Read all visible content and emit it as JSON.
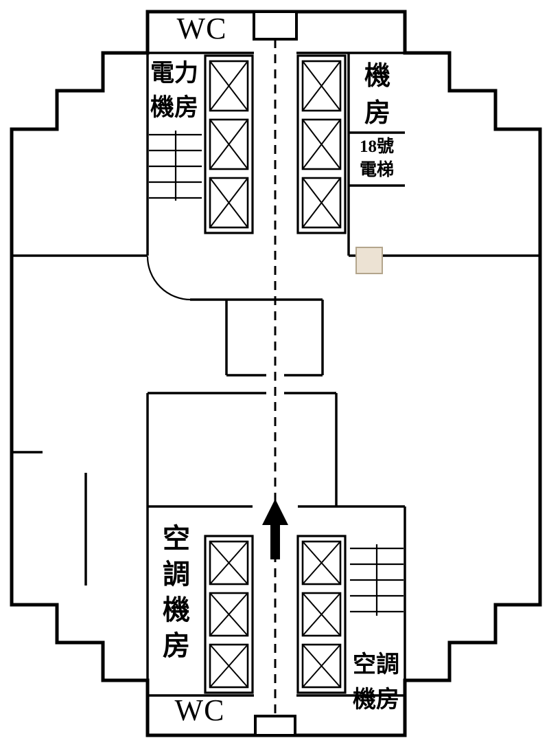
{
  "labels": {
    "wc_top": "WC",
    "wc_bottom": "WC",
    "power_room": {
      "line1": "電力",
      "line2": "機房"
    },
    "machine_room": {
      "line1": "機",
      "line2": "房"
    },
    "elevator_18": {
      "line1": "18號",
      "line2": "電梯"
    },
    "ac_room_left": {
      "char1": "空",
      "char2": "調",
      "char3": "機",
      "char4": "房"
    },
    "ac_room_right": {
      "line1": "空調",
      "line2": "機房"
    }
  },
  "colors": {
    "wall": "#000000",
    "background": "#ffffff",
    "service_box_fill": "#ece2d3",
    "service_box_border": "#b3a58c"
  },
  "icons": {
    "direction_arrow": "▲",
    "route_line": "dashed-vertical"
  }
}
